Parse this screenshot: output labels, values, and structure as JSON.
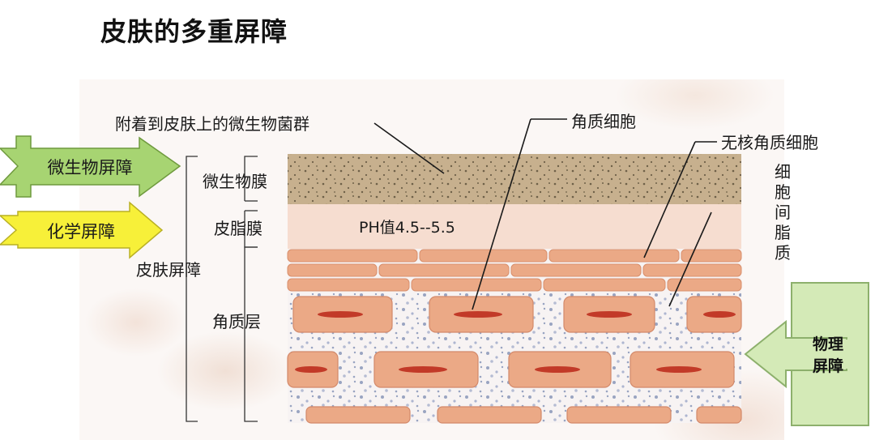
{
  "title": "皮肤的多重屏障",
  "arrows": {
    "microbial": "微生物屏障",
    "chemical": "化学屏障",
    "physical_line1": "物理",
    "physical_line2": "屏障"
  },
  "labels": {
    "skin_barrier": "皮肤屏障",
    "microbial_film": "微生物膜",
    "sebum_film": "皮脂膜",
    "stratum_corneum": "角质层",
    "microbiota": "附着到皮肤上的微生物菌群",
    "keratinocyte": "角质细胞",
    "anucleate": "无核角质细胞",
    "intercellular_lipid": "细胞间脂质",
    "ph": "PH值4.5--5.5"
  },
  "colors": {
    "microbial_arrow": "#a7d472",
    "chemical_arrow": "#f7f039",
    "physical_box": "#d4eab7",
    "physical_border": "#8db06c",
    "microbe_layer": "#c7b08e",
    "sebum_layer": "#f6ddd0",
    "cell_fill": "#eba986",
    "cell_nucleus": "#c23a28",
    "lipid_dots": "#8190b5"
  }
}
